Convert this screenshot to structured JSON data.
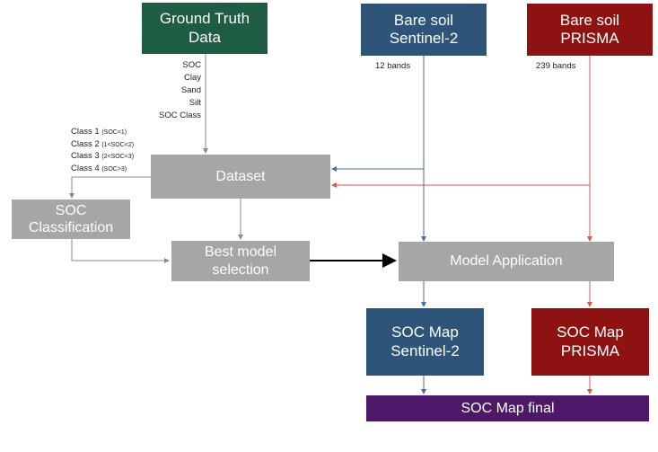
{
  "nodes": {
    "ground_truth": {
      "line1": "Ground Truth",
      "line2": "Data",
      "color": "#1e5d44"
    },
    "bare_soil_s2": {
      "line1": "Bare soil",
      "line2": "Sentinel-2",
      "color": "#2f5479"
    },
    "bare_soil_prisma": {
      "line1": "Bare soil",
      "line2": "PRISMA",
      "color": "#8e1212"
    },
    "dataset": {
      "label": "Dataset",
      "color": "#a6a6a6"
    },
    "soc_classification": {
      "line1": "SOC",
      "line2": "Classification",
      "color": "#a6a6a6"
    },
    "best_model": {
      "line1": "Best model",
      "line2": "selection",
      "color": "#a6a6a6"
    },
    "model_application": {
      "label": "Model Application",
      "color": "#a6a6a6"
    },
    "soc_map_s2": {
      "line1": "SOC Map",
      "line2": "Sentinel-2",
      "color": "#2f5479"
    },
    "soc_map_prisma": {
      "line1": "SOC Map",
      "line2": "PRISMA",
      "color": "#8e1212"
    },
    "soc_map_final": {
      "label": "SOC Map final",
      "color": "#4e1767"
    }
  },
  "labels": {
    "ground_truth_vars": [
      "SOC",
      "Clay",
      "Sand",
      "Silt",
      "SOC Class"
    ],
    "s2_bands": "12 bands",
    "prisma_bands": "239 bands",
    "classes": [
      {
        "name": "Class 1",
        "range": "(SOC<1)"
      },
      {
        "name": "Class 2",
        "range": "(1<SOC<2)"
      },
      {
        "name": "Class 3",
        "range": "(2<SOC<3)"
      },
      {
        "name": "Class 4",
        "range": "(SOC>3)"
      }
    ]
  },
  "edge_colors": {
    "gray": "#8c8c8c",
    "blue": "#4a6f9a",
    "red": "#d9534f",
    "black": "#000000"
  }
}
